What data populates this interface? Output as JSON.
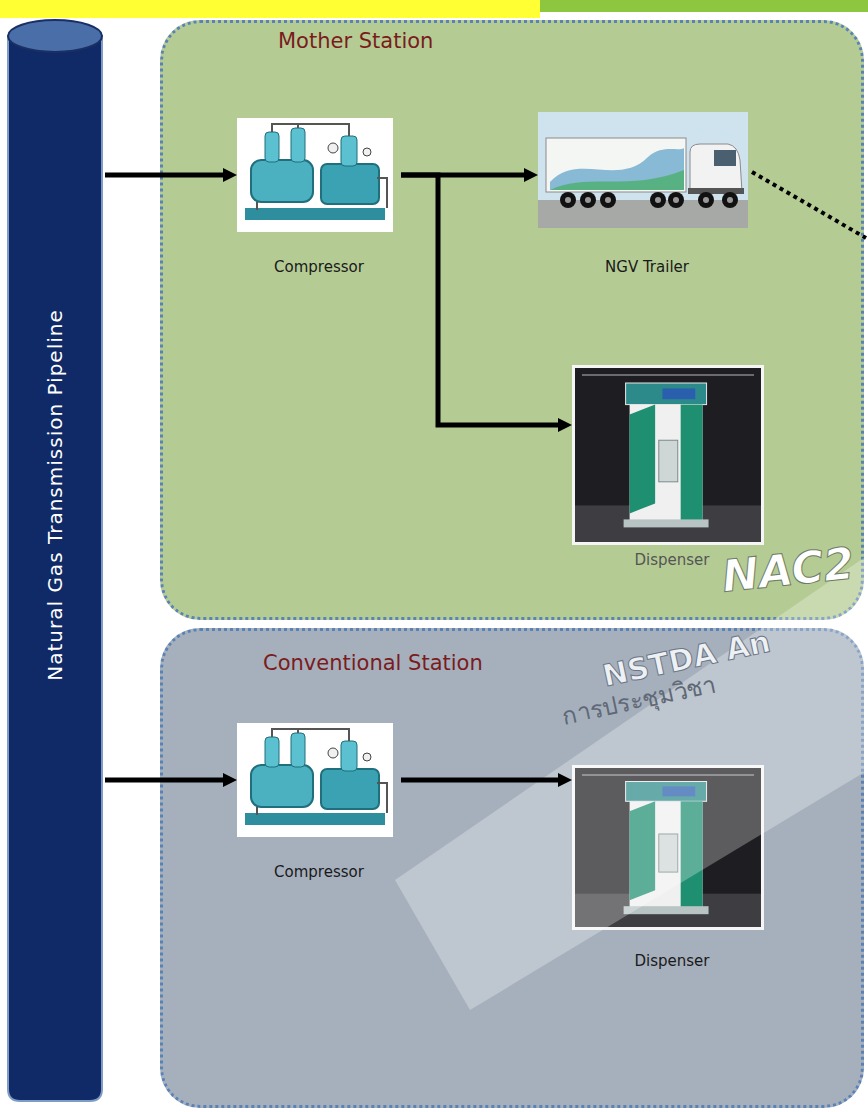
{
  "diagram": {
    "nodes": [
      {
        "text": [
          "Natural Gas Transmission Pipeline"
        ]
      },
      {
        "text": [
          "Mother Station"
        ]
      },
      {
        "text": [
          "Compressor"
        ],
        "in": 1
      },
      {
        "text": [
          "NGV Trailer"
        ],
        "in": 1
      },
      {
        "text": [
          "Dispenser"
        ],
        "in": 1
      },
      {
        "text": [
          "Conventional Station"
        ]
      },
      {
        "text": [
          "Compressor"
        ],
        "in": 5
      },
      {
        "text": [
          "Dispenser"
        ],
        "in": 5
      }
    ],
    "edges": [
      {
        "from": 0,
        "to": 2,
        "arrow": "to"
      },
      {
        "from": 2,
        "to": 3,
        "arrow": "to"
      },
      {
        "from": 2,
        "to": 4,
        "arrow": "to"
      },
      {
        "from": 0,
        "to": 6,
        "arrow": "to"
      },
      {
        "from": 6,
        "to": 7,
        "arrow": "to"
      }
    ],
    "labels": [
      "NAC2",
      "NSTDA An",
      "การประชุมวิชา"
    ]
  }
}
